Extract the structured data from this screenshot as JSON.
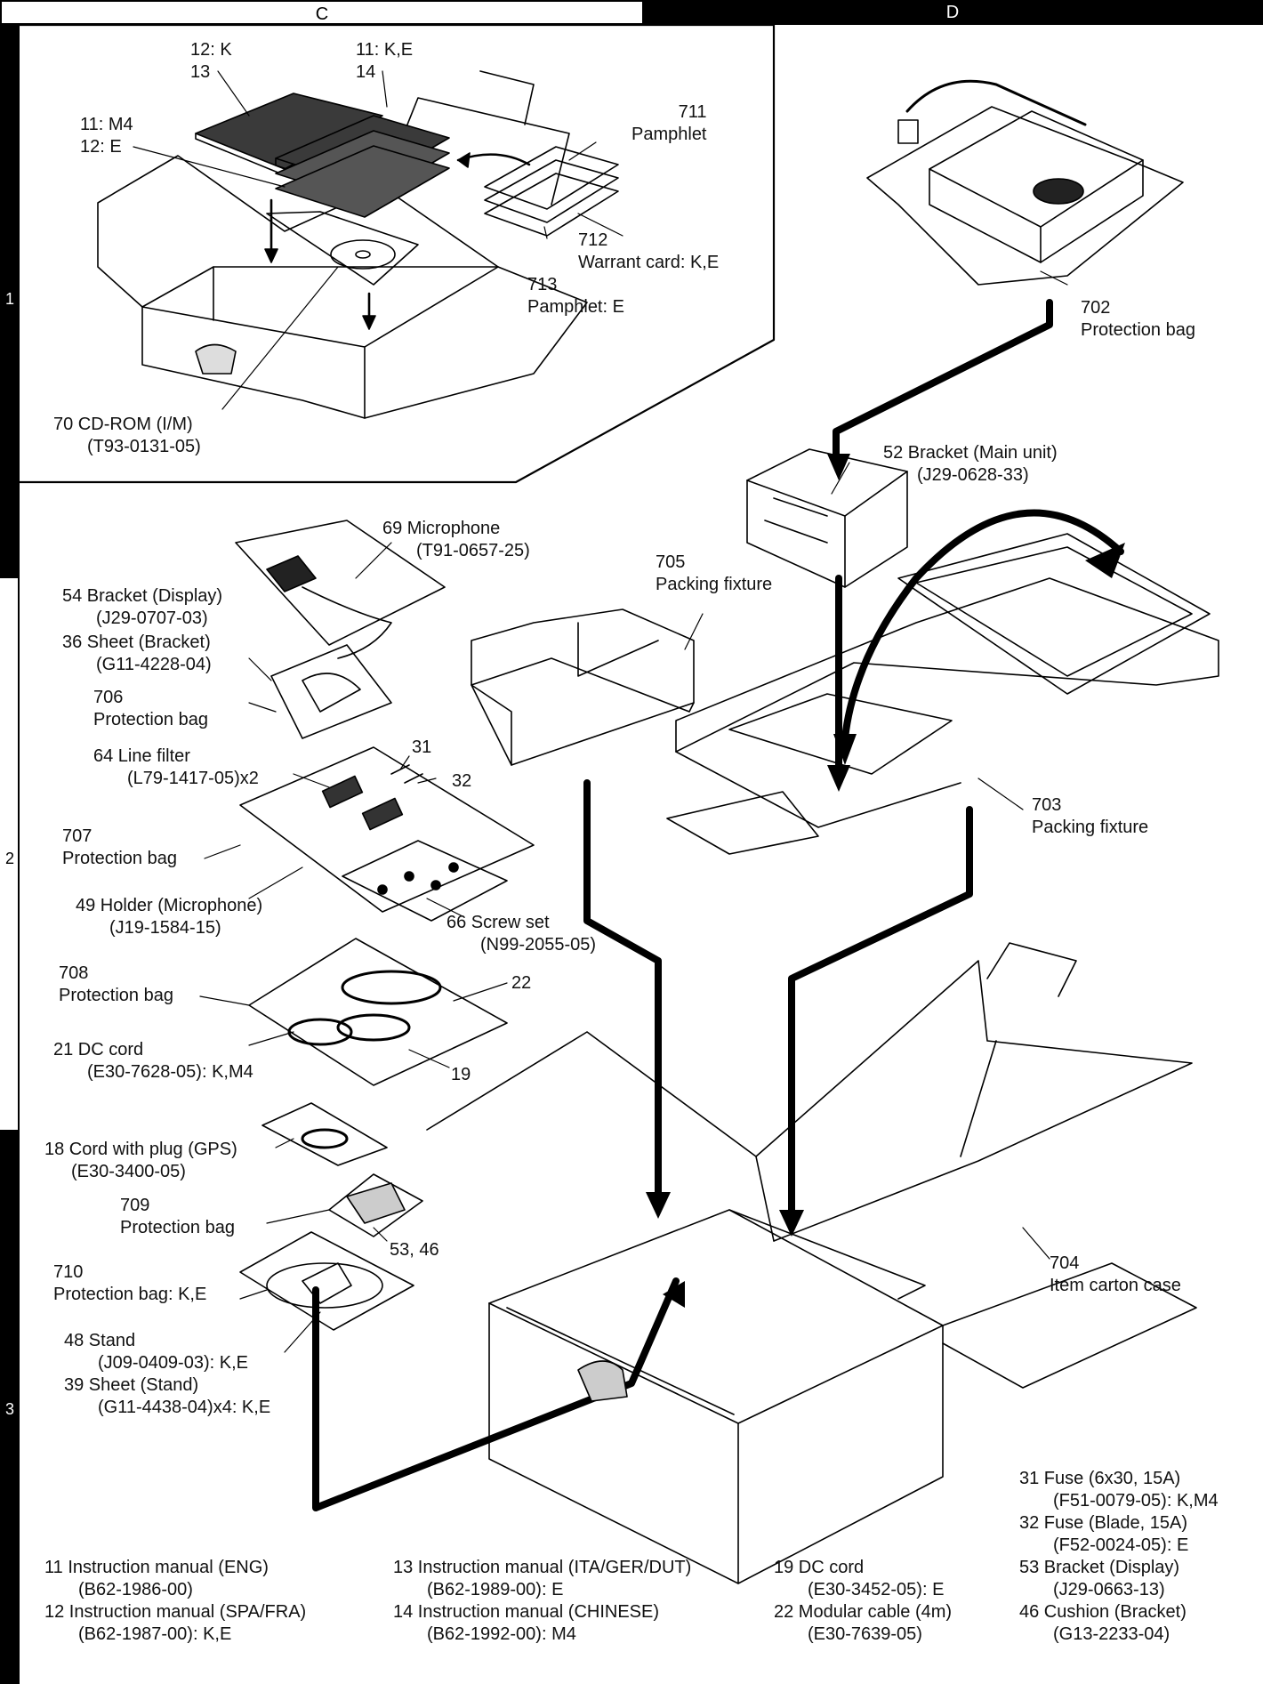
{
  "columns": [
    "C",
    "D"
  ],
  "rows": [
    "1",
    "2",
    "3"
  ],
  "labels": {
    "l12k": [
      "12: K",
      "13"
    ],
    "l11ke": [
      "11: K,E",
      "14"
    ],
    "l11m4": [
      "11: M4",
      "12: E"
    ],
    "l711": [
      "711",
      "Pamphlet"
    ],
    "l712": [
      "712",
      "Warrant card: K,E"
    ],
    "l713": [
      "713",
      "Pamphlet: E"
    ],
    "l70": [
      "70  CD-ROM (I/M)",
      "(T93-0131-05)"
    ],
    "l702": [
      "702",
      "Protection bag"
    ],
    "l52": [
      "52  Bracket (Main unit)",
      "(J29-0628-33)"
    ],
    "l69": [
      "69  Microphone",
      "(T91-0657-25)"
    ],
    "l705": [
      "705",
      "Packing fixture"
    ],
    "l54": [
      "54  Bracket (Display)",
      "(J29-0707-03)"
    ],
    "l36": [
      "36  Sheet (Bracket)",
      "(G11-4228-04)"
    ],
    "l706": [
      "706",
      "Protection bag"
    ],
    "l64": [
      "64  Line filter",
      "(L79-1417-05)x2"
    ],
    "l31": [
      "31"
    ],
    "l32": [
      "32"
    ],
    "l703": [
      "703",
      "Packing fixture"
    ],
    "l707": [
      "707",
      "Protection bag"
    ],
    "l49": [
      "49  Holder (Microphone)",
      "(J19-1584-15)"
    ],
    "l66": [
      "66  Screw set",
      "(N99-2055-05)"
    ],
    "l708": [
      "708",
      "Protection bag"
    ],
    "l22": [
      "22"
    ],
    "l21": [
      "21  DC cord",
      "(E30-7628-05): K,M4"
    ],
    "l19": [
      "19"
    ],
    "l18": [
      "18  Cord with plug (GPS)",
      "(E30-3400-05)"
    ],
    "l709": [
      "709",
      "Protection bag"
    ],
    "l5346": [
      "53, 46"
    ],
    "l704": [
      "704",
      "Item carton case"
    ],
    "l710": [
      "710",
      "Protection bag: K,E"
    ],
    "l48": [
      "48  Stand",
      "(J09-0409-03): K,E"
    ],
    "l39": [
      "39  Sheet (Stand)",
      "(G11-4438-04)x4: K,E"
    ]
  },
  "parts_list": {
    "col1": [
      [
        "11  Instruction manual (ENG)",
        "(B62-1986-00)"
      ],
      [
        "12  Instruction manual (SPA/FRA)",
        "(B62-1987-00): K,E"
      ]
    ],
    "col2": [
      [
        "13  Instruction manual (ITA/GER/DUT)",
        "(B62-1989-00): E"
      ],
      [
        "14  Instruction manual (CHINESE)",
        "(B62-1992-00): M4"
      ]
    ],
    "col3": [
      [
        "19  DC cord",
        "(E30-3452-05): E"
      ],
      [
        "22  Modular cable (4m)",
        "(E30-7639-05)"
      ]
    ],
    "col4": [
      [
        "31  Fuse (6x30, 15A)",
        "(F51-0079-05): K,M4"
      ],
      [
        "32  Fuse (Blade, 15A)",
        "(F52-0024-05): E"
      ],
      [
        "53  Bracket (Display)",
        "(J29-0663-13)"
      ],
      [
        "46  Cushion (Bracket)",
        "(G13-2233-04)"
      ]
    ]
  }
}
